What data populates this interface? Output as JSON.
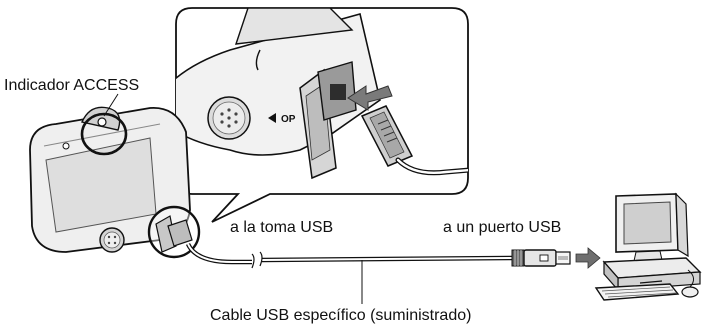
{
  "labels": {
    "access_indicator": "Indicador ACCESS",
    "usb_jack": "a la toma USB",
    "usb_port": "a un puerto USB",
    "cable": "Cable USB específico (suministrado)",
    "device_mark": "OP"
  },
  "colors": {
    "line": "#111111",
    "gray": "#9a9a9a",
    "light": "#e8e8e8",
    "dark": "#3a3a3a"
  }
}
